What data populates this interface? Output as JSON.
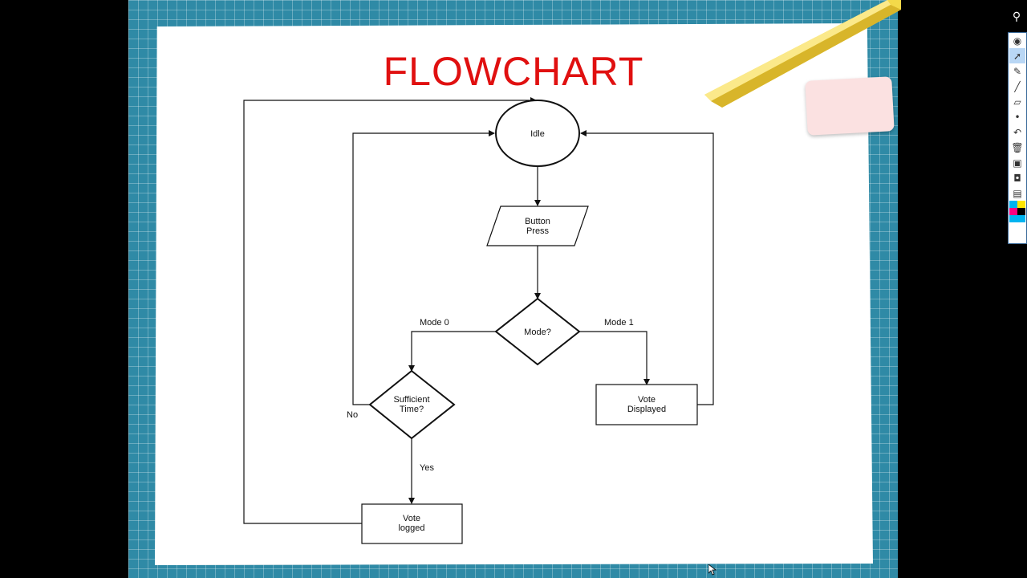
{
  "slide": {
    "title": "FLOWCHART"
  },
  "flowchart": {
    "nodes": {
      "idle": "Idle",
      "button_press": [
        "Button",
        "Press"
      ],
      "mode": "Mode?",
      "sufficient_time": [
        "Sufficient",
        "Time?"
      ],
      "vote_displayed": [
        "Vote",
        "Displayed"
      ],
      "vote_logged": [
        "Vote",
        "logged"
      ]
    },
    "edges": {
      "mode_0": "Mode 0",
      "mode_1": "Mode 1",
      "no": "No",
      "yes": "Yes"
    }
  },
  "toolbar": {
    "tools": [
      "eye-icon",
      "pointer-icon",
      "pen-icon",
      "line-icon",
      "eraser-icon",
      "dot-icon",
      "undo-icon",
      "trash-icon",
      "whiteboard-icon",
      "camera-icon",
      "clipboard-icon"
    ],
    "active_tool": "pointer-icon",
    "swatch_colors": [
      "#00b4f0",
      "#ffe600",
      "#ff0080",
      "#000000",
      "#00b4f0",
      "#00b4f0"
    ]
  },
  "colors": {
    "title": "#e01010",
    "background_tile": "#2f8aa6"
  }
}
